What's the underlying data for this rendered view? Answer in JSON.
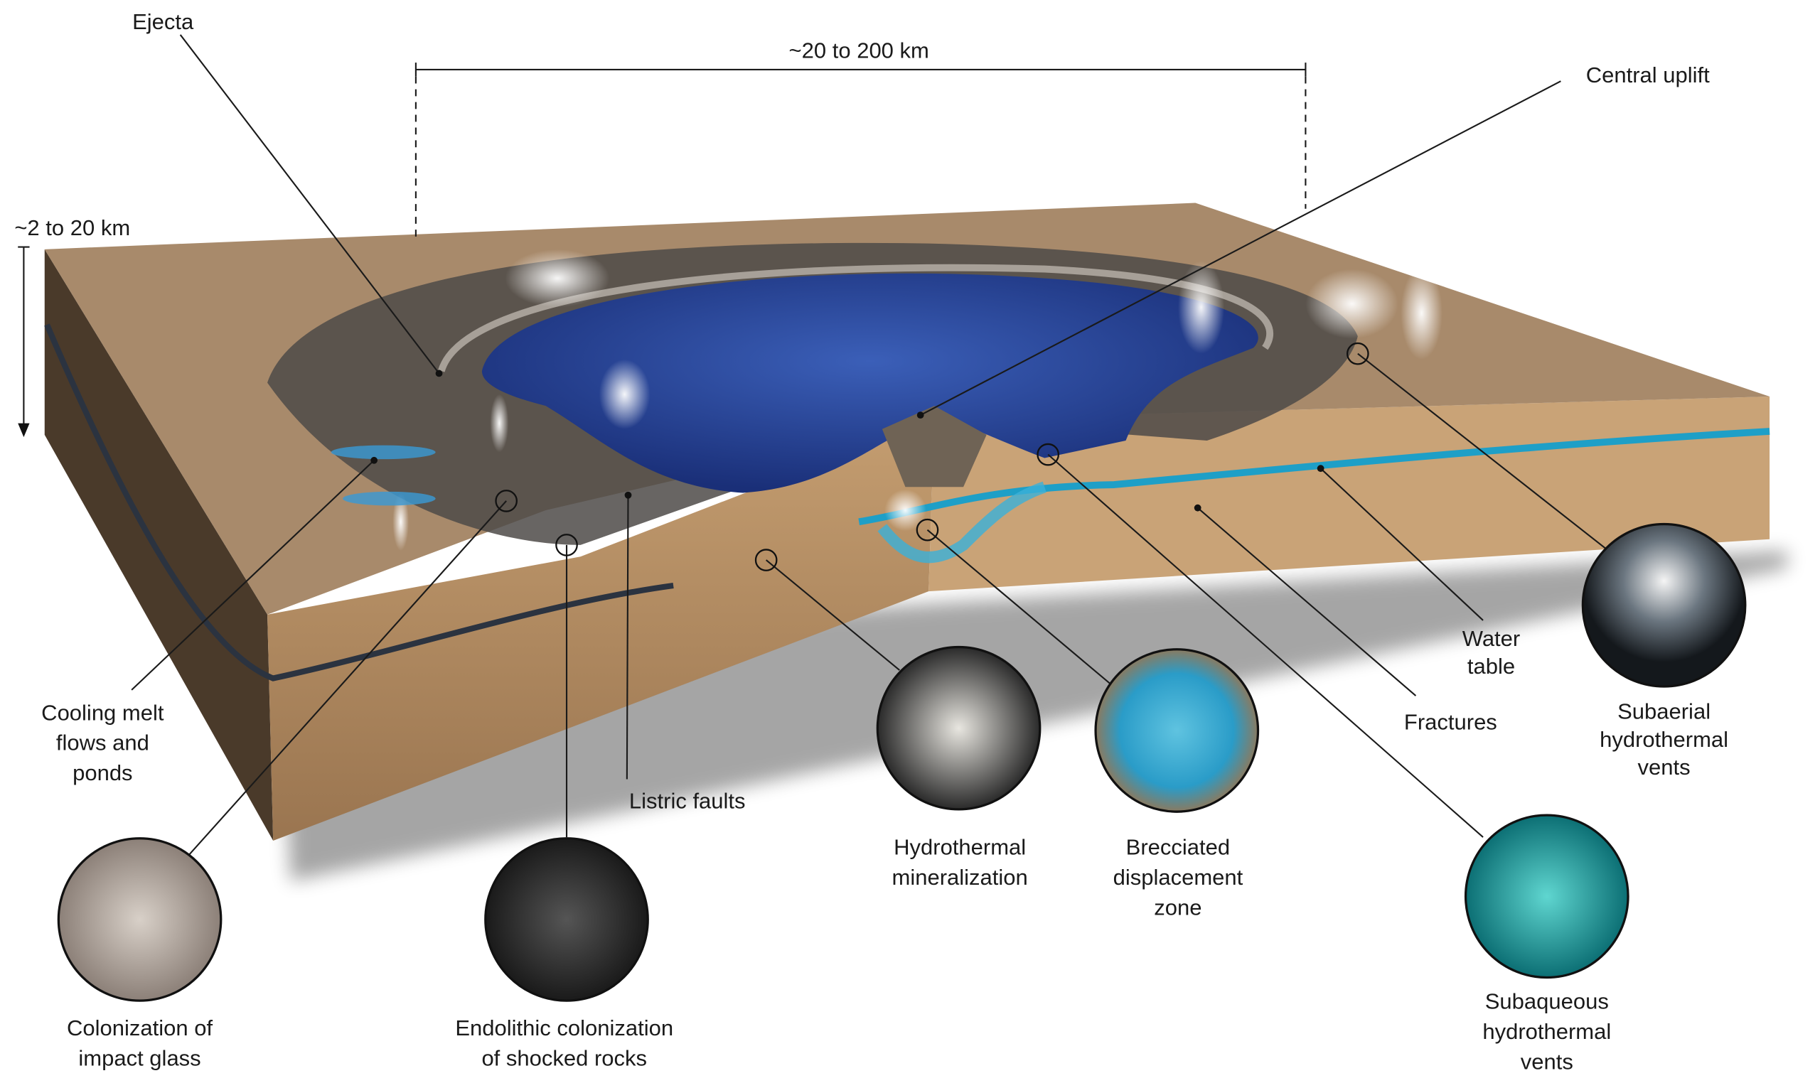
{
  "dimensions": {
    "width_label": "~20 to 200 km",
    "depth_label": "~2 to 20 km"
  },
  "labels": {
    "ejecta": "Ejecta",
    "central_uplift": "Central uplift",
    "cooling_melt": [
      "Cooling melt",
      "flows and",
      "ponds"
    ],
    "listric_faults": "Listric faults",
    "water_table": [
      "Water",
      "table"
    ],
    "fractures": "Fractures",
    "subaerial_vents": [
      "Subaerial",
      "hydrothermal",
      "vents"
    ],
    "colonization_glass": [
      "Colonization of",
      "impact glass"
    ],
    "endolithic": [
      "Endolithic colonization",
      "of shocked rocks"
    ],
    "hydrothermal_mineralization": [
      "Hydrothermal",
      "mineralization"
    ],
    "brecciated_zone": [
      "Brecciated",
      "displacement",
      "zone"
    ],
    "subaqueous_vents": [
      "Subaqueous",
      "hydrothermal",
      "vents"
    ]
  },
  "colors": {
    "ground": "#a88a6b",
    "crust": "#b8916a",
    "lake": "#1f3f8f",
    "water_table": "#1e9fc7",
    "melt": "#2b3340"
  }
}
